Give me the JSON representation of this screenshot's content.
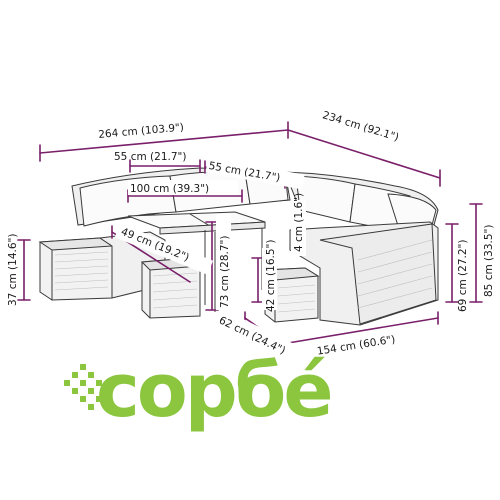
{
  "colors": {
    "dimension_line": "#7a1f6a",
    "line_art": "#3a3a3a",
    "logo_green": "#8cc63f"
  },
  "dimensions": {
    "overall_width": "264 cm (103.9\")",
    "overall_depth": "234 cm (92.1\")",
    "corner_seat_width_top": "55 cm (21.7\")",
    "corner_seat_width_mid": "55 cm (21.7\")",
    "table_length": "100 cm (39.3\")",
    "table_width": "49 cm (19.2\")",
    "table_height": "73 cm (28.7\")",
    "seat_height": "42 cm (16.5\")",
    "cushion_thickness": "4 cm (1.6\")",
    "stool_height": "37 cm (14.6\")",
    "arm_height": "69 cm (27.2\")",
    "back_height": "85 cm (33.5\")",
    "seat_depth": "62 cm (24.4\")",
    "sofa_length": "154 cm (60.6\")"
  },
  "logo": {
    "text": "copбé",
    "icon": "dotted-arrow-icon"
  }
}
